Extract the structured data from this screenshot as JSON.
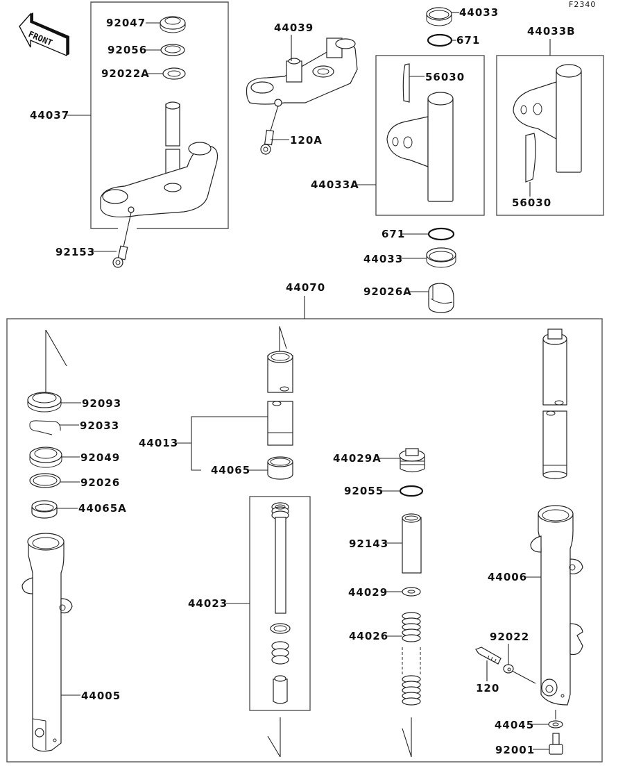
{
  "figure_code": "F2340",
  "front_arrow": {
    "label": "FRONT",
    "icon": "front-direction-arrow-icon"
  },
  "groups": {
    "stem_assembly": {
      "part_no": "44037"
    },
    "upper_bracket": {
      "part_no": "44039"
    },
    "left_holder": {
      "part_no": "44033A"
    },
    "right_holder": {
      "part_no": "44033B"
    },
    "fork_assembly": {
      "part_no": "44070"
    },
    "cylinder_set": {
      "part_no": "44013"
    },
    "damper_set": {
      "part_no": "44023"
    }
  },
  "parts": {
    "p92047": "92047",
    "p92056": "92056",
    "p92022A": "92022A",
    "p44037": "44037",
    "p92153": "92153",
    "p44039": "44039",
    "p120A": "120A",
    "p44033_top": "44033",
    "p671_top": "671",
    "p44033B": "44033B",
    "p56030_a": "56030",
    "p56030_b": "56030",
    "p44033A": "44033A",
    "p671_bottom": "671",
    "p44033_bottom": "44033",
    "p92026A": "92026A",
    "p44070": "44070",
    "p92093": "92093",
    "p92033": "92033",
    "p92049": "92049",
    "p92026": "92026",
    "p44065A": "44065A",
    "p44005": "44005",
    "p44013": "44013",
    "p44065": "44065",
    "p44023": "44023",
    "p44029A": "44029A",
    "p92055": "92055",
    "p92143": "92143",
    "p44029": "44029",
    "p44026": "44026",
    "p44006": "44006",
    "p92022": "92022",
    "p120": "120",
    "p44045": "44045",
    "p92001": "92001"
  }
}
